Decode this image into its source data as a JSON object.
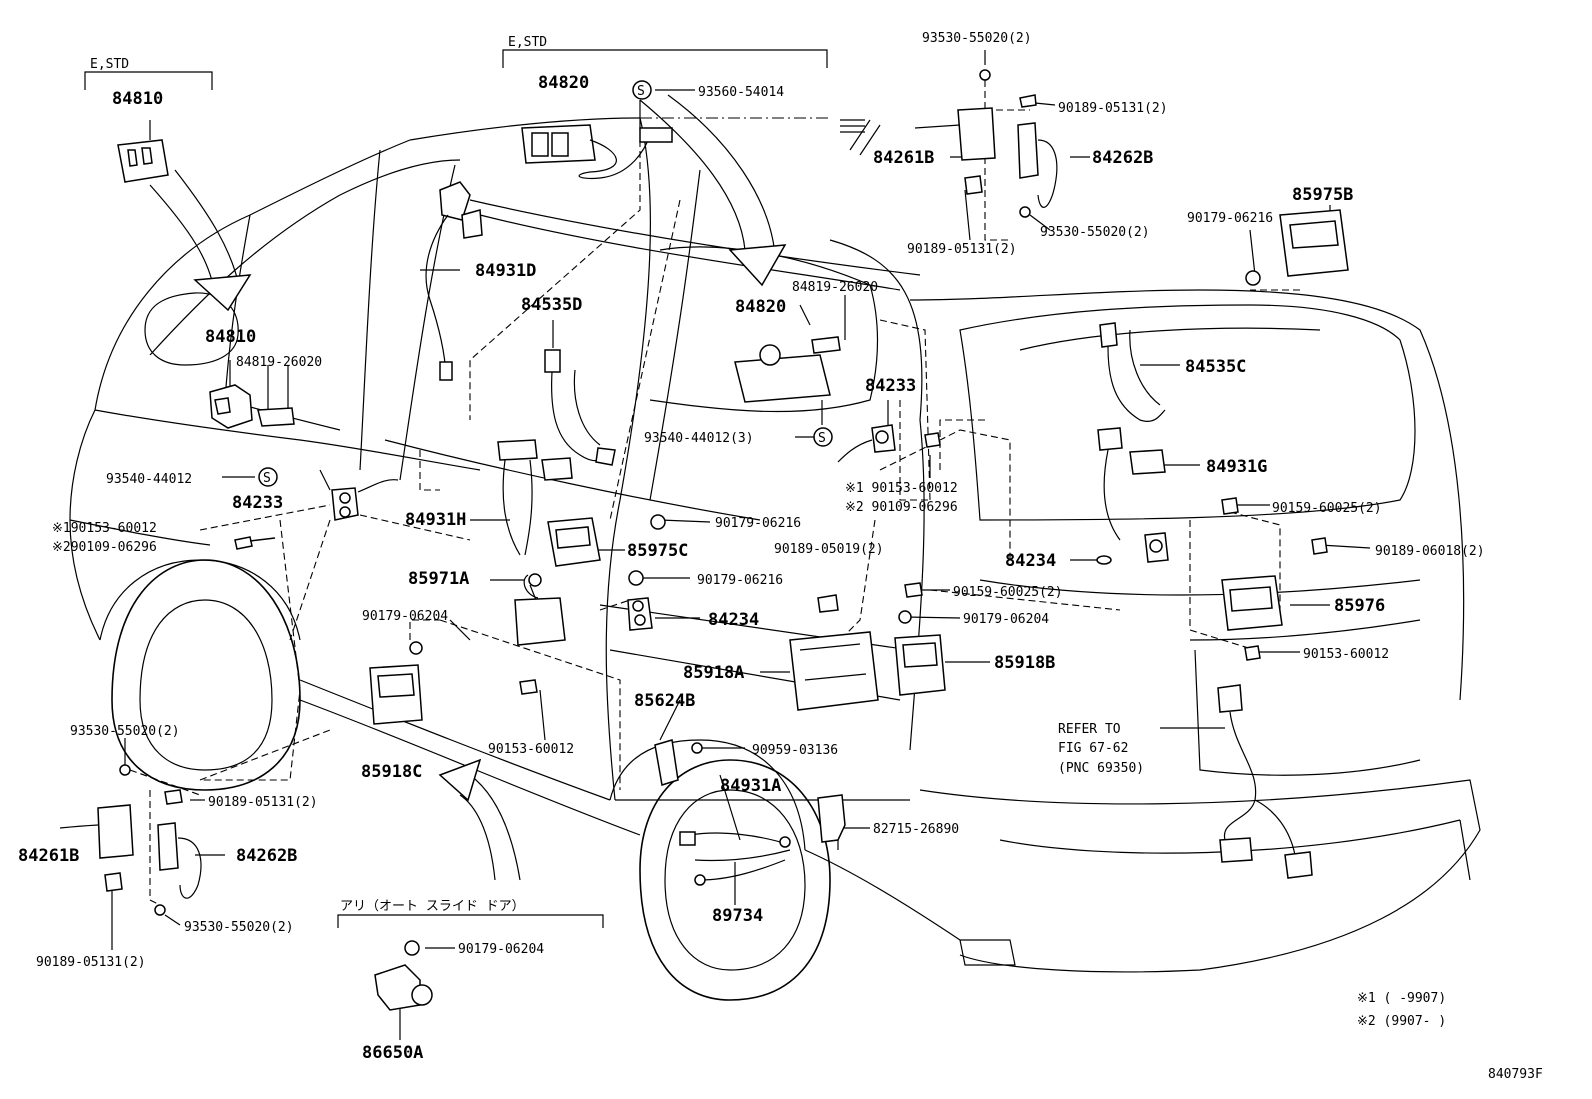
{
  "parts": {
    "p84810_std": "84810",
    "p84810": "84810",
    "p84819_26020_l": "84819-26020",
    "p93540_44012": "93540-44012",
    "p84233_l": "84233",
    "p90153_60012_l": "※190153-60012",
    "p90109_06296_l": "※290109-06296",
    "p84820_std": "84820",
    "p93560_54014": "93560-54014",
    "p84931d": "84931D",
    "p84535d": "84535D",
    "p84931h": "84931H",
    "p85975c": "85975C",
    "p85971a": "85971A",
    "p90179_06216_m": "90179-06216",
    "p90189_05019": "90189-05019(2)",
    "p90179_06216_m2": "90179-06216",
    "p90179_06204_l": "90179-06204",
    "p84234_m": "84234",
    "p85918a": "85918A",
    "p90153_60012_m": "90153-60012",
    "p85918c": "85918C",
    "p85624b": "85624B",
    "p90959_03136": "90959-03136",
    "p84931a": "84931A",
    "p82715_26890": "82715-26890",
    "p89734": "89734",
    "p93530_55020_bl1": "93530-55020(2)",
    "p90189_05131_bl1": "90189-05131(2)",
    "p84261b_l": "84261B",
    "p84262b_l": "84262B",
    "p93530_55020_bl2": "93530-55020(2)",
    "p90189_05131_bl2": "90189-05131(2)",
    "p90179_06204_b": "90179-06204",
    "p86650a": "86650A",
    "p84820_c": "84820",
    "p84819_26020_c": "84819-26020",
    "p93540_44012_3": "93540-44012(3)",
    "p84233_c": "84233",
    "p90153_60012_c": "※1 90153-60012",
    "p90109_06296_c": "※2 90109-06296",
    "p93530_55020_t1": "93530-55020(2)",
    "p90189_05131_t1": "90189-05131(2)",
    "p84261b_t": "84261B",
    "p84262b_t": "84262B",
    "p90189_05131_t2": "90189-05131(2)",
    "p93530_55020_t2": "93530-55020(2)",
    "p85975b": "85975B",
    "p90179_06216_r": "90179-06216",
    "p84535c": "84535C",
    "p84931g": "84931G",
    "p90159_60025_r": "90159-60025(2)",
    "p90189_06018": "90189-06018(2)",
    "p84234_r": "84234",
    "p90159_60025_c": "90159-60025(2)",
    "p90179_06204_c": "90179-06204",
    "p85976": "85976",
    "p90153_60012_r": "90153-60012",
    "p85918b": "85918B"
  },
  "notes": {
    "estd_left": "E,STD",
    "estd_mid": "E,STD",
    "refer_1": "REFER TO",
    "refer_2": "FIG 67-62",
    "refer_3": "(PNC 69350)",
    "auto_door": "アリ（オート スライド ドア）",
    "note1": "※1 (     -9907)",
    "note2": "※2 (9907-     )",
    "figure_no": "840793F"
  }
}
